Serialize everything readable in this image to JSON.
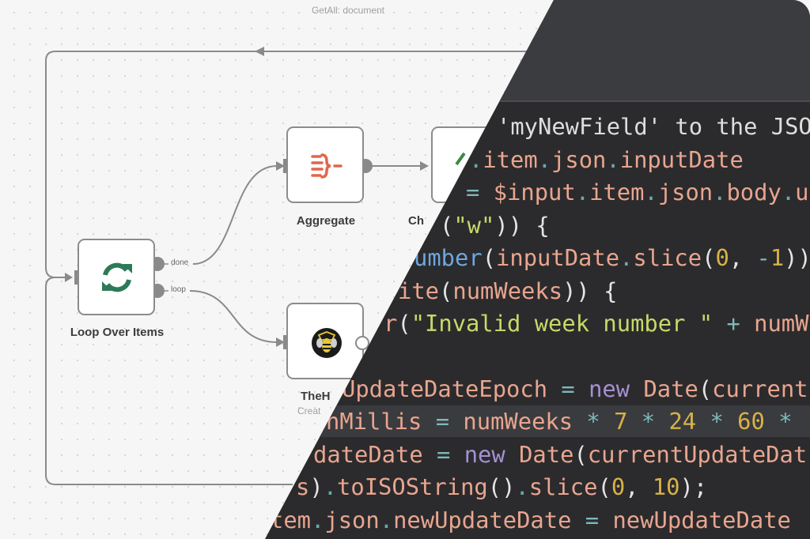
{
  "workflow": {
    "top_node_subtitle": "GetAll: document",
    "loop_node": {
      "label": "Loop Over Items",
      "icon": "refresh-icon",
      "ports": [
        "done",
        "loop"
      ]
    },
    "aggregate_node": {
      "label": "Aggregate",
      "icon": "aggregate-icon"
    },
    "partial_node": {
      "label": "Ch"
    },
    "thehive_node": {
      "label": "TheH",
      "subtitle": "Creat",
      "icon": "bee-icon"
    },
    "colors": {
      "loop_icon": "#2e7a58",
      "aggregate_icon": "#e0674a",
      "wire": "#8a8a8a"
    }
  },
  "code_editor": {
    "lines": [
      [
        [
          "c",
          "'myNewField' to the JSO"
        ]
      ],
      [
        [
          "p",
          "."
        ],
        [
          "v",
          "item"
        ],
        [
          "p",
          "."
        ],
        [
          "v",
          "json"
        ],
        [
          "p",
          "."
        ],
        [
          "v",
          "inputDate"
        ]
      ],
      [
        [
          "o",
          "= "
        ],
        [
          "v",
          "$input"
        ],
        [
          "p",
          "."
        ],
        [
          "v",
          "item"
        ],
        [
          "p",
          "."
        ],
        [
          "v",
          "json"
        ],
        [
          "p",
          "."
        ],
        [
          "v",
          "body"
        ],
        [
          "p",
          "."
        ],
        [
          "v",
          "u"
        ]
      ],
      [
        [
          "w",
          "("
        ],
        [
          "s",
          "\"w\""
        ],
        [
          "w",
          ")) {"
        ]
      ],
      [
        [
          "f",
          "umber"
        ],
        [
          "w",
          "("
        ],
        [
          "v",
          "inputDate"
        ],
        [
          "p",
          "."
        ],
        [
          "v",
          "slice"
        ],
        [
          "w",
          "("
        ],
        [
          "n",
          "0"
        ],
        [
          "w",
          ", "
        ],
        [
          "o",
          "-"
        ],
        [
          "n",
          "1"
        ],
        [
          "w",
          "))"
        ]
      ],
      [
        [
          "v",
          "ite"
        ],
        [
          "w",
          "("
        ],
        [
          "v",
          "numWeeks"
        ],
        [
          "w",
          ")) {"
        ]
      ],
      [
        [
          "v",
          "r"
        ],
        [
          "w",
          "("
        ],
        [
          "s",
          "\"Invalid week number \""
        ],
        [
          "o",
          " + "
        ],
        [
          "v",
          "numW"
        ]
      ],
      [],
      [
        [
          "v",
          "UpdateDateEpoch"
        ],
        [
          "o",
          " = "
        ],
        [
          "k",
          "new"
        ],
        [
          "w",
          " "
        ],
        [
          "v",
          "Date"
        ],
        [
          "w",
          "("
        ],
        [
          "v",
          "current"
        ]
      ],
      [
        [
          "v",
          "nMillis"
        ],
        [
          "o",
          " = "
        ],
        [
          "v",
          "numWeeks"
        ],
        [
          "o",
          " * "
        ],
        [
          "n",
          "7"
        ],
        [
          "o",
          " * "
        ],
        [
          "n",
          "24"
        ],
        [
          "o",
          " * "
        ],
        [
          "n",
          "60"
        ],
        [
          "o",
          " *"
        ]
      ],
      [
        [
          "v",
          "dateDate"
        ],
        [
          "o",
          " = "
        ],
        [
          "k",
          "new"
        ],
        [
          "w",
          " "
        ],
        [
          "v",
          "Date"
        ],
        [
          "w",
          "("
        ],
        [
          "v",
          "currentUpdateDat"
        ]
      ],
      [
        [
          "v",
          "s"
        ],
        [
          "w",
          ")"
        ],
        [
          "p",
          "."
        ],
        [
          "v",
          "toISOString"
        ],
        [
          "w",
          "()"
        ],
        [
          "p",
          "."
        ],
        [
          "v",
          "slice"
        ],
        [
          "w",
          "("
        ],
        [
          "n",
          "0"
        ],
        [
          "w",
          ", "
        ],
        [
          "n",
          "10"
        ],
        [
          "w",
          ");"
        ]
      ],
      [
        [
          "v",
          "tem"
        ],
        [
          "p",
          "."
        ],
        [
          "v",
          "json"
        ],
        [
          "p",
          "."
        ],
        [
          "v",
          "newUpdateDate"
        ],
        [
          "o",
          " = "
        ],
        [
          "v",
          "newUpdateDate"
        ]
      ]
    ],
    "highlighted_line": 10
  }
}
